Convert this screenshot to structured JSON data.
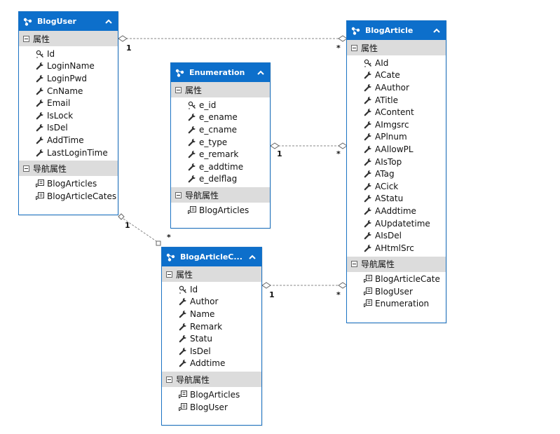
{
  "section_labels": {
    "properties": "属性",
    "navigation": "导航属性"
  },
  "entities": {
    "bloguser": {
      "title": "BlogUser",
      "properties": [
        "Id",
        "LoginName",
        "LoginPwd",
        "CnName",
        "Email",
        "IsLock",
        "IsDel",
        "AddTime",
        "LastLoginTime"
      ],
      "navigation": [
        "BlogArticles",
        "BlogArticleCates"
      ]
    },
    "enumeration": {
      "title": "Enumeration",
      "properties": [
        "e_id",
        "e_ename",
        "e_cname",
        "e_type",
        "e_remark",
        "e_addtime",
        "e_delflag"
      ],
      "navigation": [
        "BlogArticles"
      ]
    },
    "blogarticle": {
      "title": "BlogArticle",
      "properties": [
        "AId",
        "ACate",
        "AAuthor",
        "ATitle",
        "AContent",
        "AImgsrc",
        "APlnum",
        "AAllowPL",
        "AIsTop",
        "ATag",
        "ACick",
        "AStatu",
        "AAddtime",
        "AUpdatetime",
        "AIsDel",
        "AHtmlSrc"
      ],
      "navigation": [
        "BlogArticleCate",
        "BlogUser",
        "Enumeration"
      ]
    },
    "blogarticlecate": {
      "title": "BlogArticleC...",
      "properties": [
        "Id",
        "Author",
        "Name",
        "Remark",
        "Statu",
        "IsDel",
        "Addtime"
      ],
      "navigation": [
        "BlogArticles",
        "BlogUser"
      ]
    }
  },
  "associations": [
    {
      "from": "bloguser",
      "to": "blogarticle",
      "from_mult": "1",
      "to_mult": "*"
    },
    {
      "from": "enumeration",
      "to": "blogarticle",
      "from_mult": "1",
      "to_mult": "*"
    },
    {
      "from": "bloguser",
      "to": "blogarticlecate",
      "from_mult": "1",
      "to_mult": "*"
    },
    {
      "from": "blogarticlecate",
      "to": "blogarticle",
      "from_mult": "1",
      "to_mult": "*"
    }
  ],
  "colors": {
    "header": "#0d6fcb",
    "border": "#1b73c4",
    "section": "#dcdcdc",
    "connector": "#888888"
  },
  "icons": {
    "entity": "entity-icon",
    "collapse": "collapse-chevron-icon",
    "key": "key-icon",
    "property": "wrench-icon",
    "navigation": "navigation-property-icon"
  }
}
